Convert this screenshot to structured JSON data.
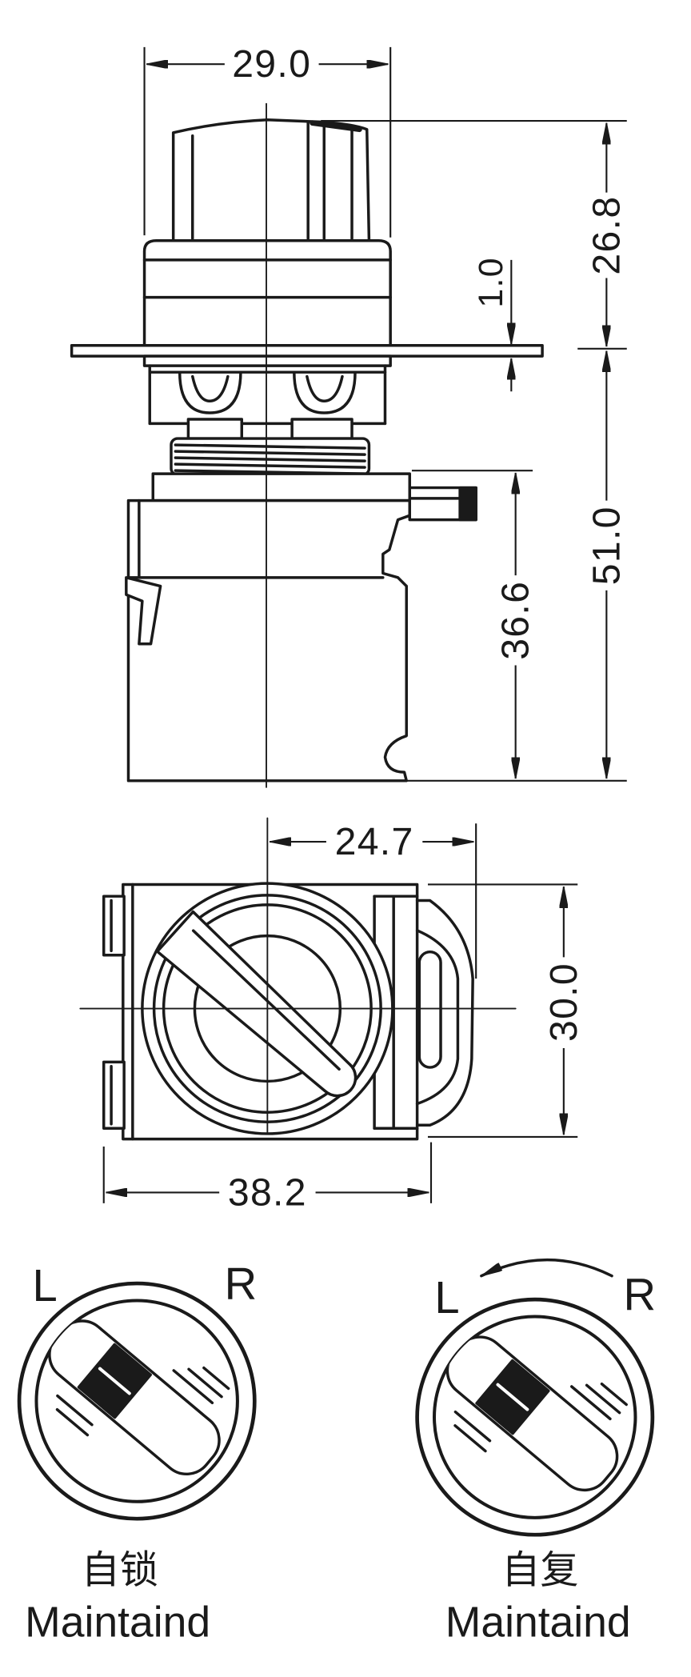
{
  "colors": {
    "line": "#1a1a1a",
    "background": "#ffffff"
  },
  "side_view": {
    "width_dim": "29.0",
    "knob_height_dim": "26.8",
    "panel_dim": "1.0",
    "rear_height_dim": "51.0",
    "housing_height_dim": "36.6"
  },
  "front_view": {
    "offset_dim": "24.7",
    "height_dim": "30.0",
    "width_dim": "38.2"
  },
  "symbols": [
    {
      "left": "L",
      "right": "R",
      "caption_cn": "自锁",
      "caption_en": "Maintaind"
    },
    {
      "left": "L",
      "right": "R",
      "caption_cn": "自复",
      "caption_en": "Maintaind"
    }
  ]
}
